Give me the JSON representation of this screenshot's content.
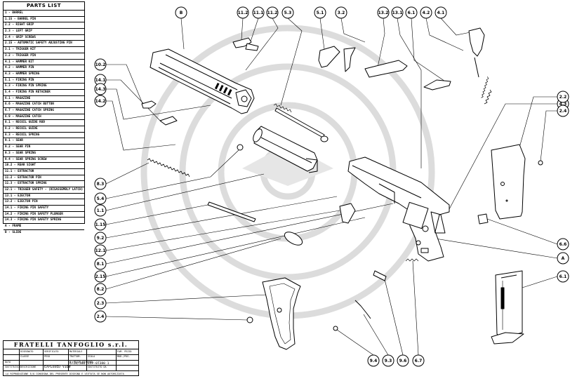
{
  "parts_list": {
    "title": "PARTS LIST",
    "items": [
      "1 - BARREL",
      "1.15 - BARREL PIN",
      "2.2 - RIGHT GRIP",
      "2.3 - LEFT GRIP",
      "2.4 - GRIP SCREWS",
      "2.15 - AUTOMATIC SAFETY ADJUSTING PIN",
      "3.1 - TRIGGER KIT",
      "3.2 - TRIGGER PIN",
      "4.1 - HAMMER KIT",
      "4.2 - HAMMER PIN",
      "4.3 - HAMMER SPRING",
      "5.1 - FIRING PIN",
      "5.3 - FIRING PIN SPRING",
      "5.4 - FIRING PIN RETAINER",
      "6.1 - MAGAZINE",
      "6.6 - MAGAZINE CATCH BUTTON",
      "6.7 - MAGAZINE CATCH SPRING",
      "6.9 - MAGAZINE CATCH",
      "8.1 - RECOIL GUIDE ROD",
      "8.2 - RECOIL GUIDE",
      "8.3 - RECOIL SPRING",
      "9.1 - SEAR",
      "9.2 - SEAR PIN",
      "9.3 - SEAR SPRING",
      "9.4 - SEAR SPRING SCREW",
      "10.2 - REAR SIGHT",
      "11.1 - EXTRACTOR",
      "11.2 - EXTRACTOR PIN",
      "11.3 - EXTRACTOR SPRING",
      "12.1 - TRIGGER SAFETY - (DISASSEMBLY LATCH)",
      "13.1 - EJECTOR",
      "13.2 - EJECTOR PIN",
      "14.1 - FIRING PIN SAFETY",
      "14.2 - FIRING PIN SAFETY PLUNGER",
      "14.3 - FIRING PIN SAFETY SPRING",
      "A - FRAME",
      "B - SLIDE"
    ]
  },
  "title_block": {
    "company": "FRATELLI TANFOGLIO s.r.l.",
    "cells": {
      "c1": "DISEGNATO",
      "c2": "VERIFICATO",
      "c3": "MATERIALE",
      "c4": "FAM. PEZZO",
      "c5": "CLASSE",
      "c6": "PESO",
      "c7": "TRATTAM.",
      "c8": "SCALA",
      "c9": "MOD./POS.",
      "c10": "DATA",
      "c11": "N. PEZZO DISEGNO",
      "c12": "6720/380",
      "c13": "EXP-0T380 1",
      "c14": "DESCRIZIONE",
      "c15": "EXPLODED VIEW",
      "c16": "SOSTITUISCE",
      "c17": "SOSTITUITO DA"
    },
    "footer": "LA RIPRODUZIONE E/O CONSEGNA DEL PRESENTE DISEGNO E VIETATA SE NON AUTORIZZATA"
  },
  "callouts": {
    "top": [
      "B",
      "11.2",
      "11.1",
      "11.2",
      "5.3",
      "5.1",
      "3.2",
      "13.2",
      "13.1",
      "6.1",
      "4.2",
      "4.1"
    ],
    "left": [
      "10.2",
      "14.1",
      "14.3",
      "14.2",
      "8.3",
      "5.4",
      "1.1",
      "1.15",
      "9.2",
      "12.1",
      "8.1",
      "2.15",
      "8.2",
      "2.3",
      "2.4"
    ],
    "right": [
      "4.3",
      "2.2",
      "2.4",
      "6.6",
      "A",
      "6.1"
    ],
    "bottom": [
      "9.4",
      "9.3",
      "9.6",
      "6.7"
    ]
  }
}
